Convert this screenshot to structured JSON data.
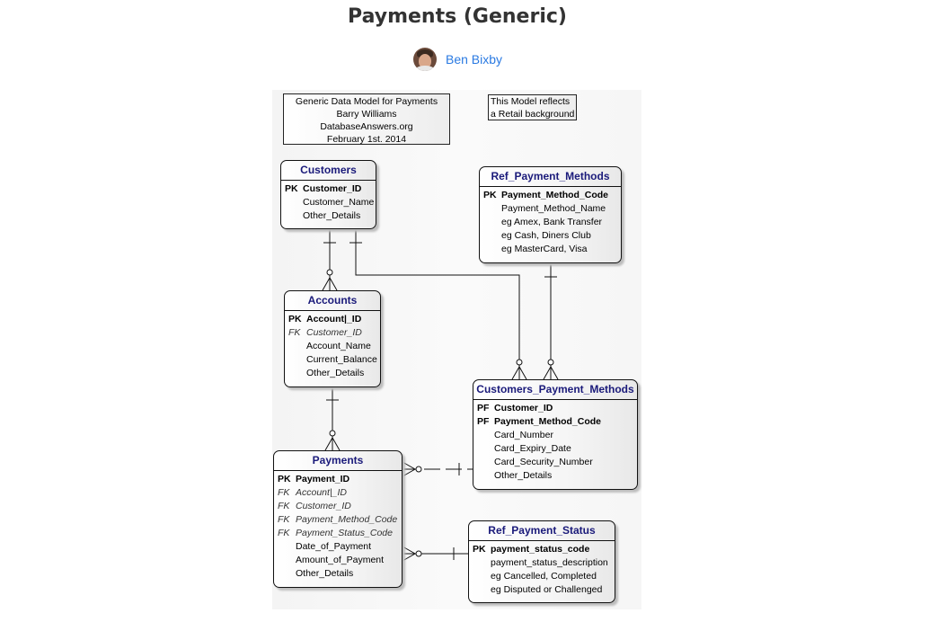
{
  "page": {
    "title": "Payments (Generic)"
  },
  "author": {
    "name": "Ben Bixby"
  },
  "notes": {
    "main": [
      "Generic Data Model for Payments",
      "Barry Williams",
      "DatabaseAnswers.org",
      "February 1st. 2014"
    ],
    "side": [
      "This Model reflects",
      "a Retail background"
    ]
  },
  "entities": {
    "customers": {
      "title": "Customers",
      "attrs": [
        {
          "key": "PK",
          "name": "Customer_ID"
        },
        {
          "key": "",
          "name": "Customer_Name"
        },
        {
          "key": "",
          "name": "Other_Details"
        }
      ]
    },
    "ref_payment_methods": {
      "title": "Ref_Payment_Methods",
      "attrs": [
        {
          "key": "PK",
          "name": "Payment_Method_Code"
        },
        {
          "key": "",
          "name": "Payment_Method_Name"
        },
        {
          "key": "",
          "name": "eg Amex, Bank Transfer"
        },
        {
          "key": "",
          "name": "eg Cash, Diners Club"
        },
        {
          "key": "",
          "name": "eg MasterCard, Visa"
        }
      ]
    },
    "accounts": {
      "title": "Accounts",
      "attrs": [
        {
          "key": "PK",
          "name": "Account|_ID"
        },
        {
          "key": "FK",
          "name": "Customer_ID"
        },
        {
          "key": "",
          "name": "Account_Name"
        },
        {
          "key": "",
          "name": "Current_Balance"
        },
        {
          "key": "",
          "name": "Other_Details"
        }
      ]
    },
    "customers_payment_methods": {
      "title": "Customers_Payment_Methods",
      "attrs": [
        {
          "key": "PF",
          "name": "Customer_ID"
        },
        {
          "key": "PF",
          "name": "Payment_Method_Code"
        },
        {
          "key": "",
          "name": "Card_Number"
        },
        {
          "key": "",
          "name": "Card_Expiry_Date"
        },
        {
          "key": "",
          "name": "Card_Security_Number"
        },
        {
          "key": "",
          "name": "Other_Details"
        }
      ]
    },
    "payments": {
      "title": "Payments",
      "attrs": [
        {
          "key": "PK",
          "name": "Payment_ID"
        },
        {
          "key": "FK",
          "name": "Account|_ID"
        },
        {
          "key": "FK",
          "name": "Customer_ID"
        },
        {
          "key": "FK",
          "name": "Payment_Method_Code"
        },
        {
          "key": "FK",
          "name": "Payment_Status_Code"
        },
        {
          "key": "",
          "name": "Date_of_Payment"
        },
        {
          "key": "",
          "name": "Amount_of_Payment"
        },
        {
          "key": "",
          "name": "Other_Details"
        }
      ]
    },
    "ref_payment_status": {
      "title": "Ref_Payment_Status",
      "attrs": [
        {
          "key": "PK",
          "name": "payment_status_code"
        },
        {
          "key": "",
          "name": "payment_status_description"
        },
        {
          "key": "",
          "name": "eg Cancelled, Completed"
        },
        {
          "key": "",
          "name": "eg Disputed or Challenged"
        }
      ]
    }
  }
}
